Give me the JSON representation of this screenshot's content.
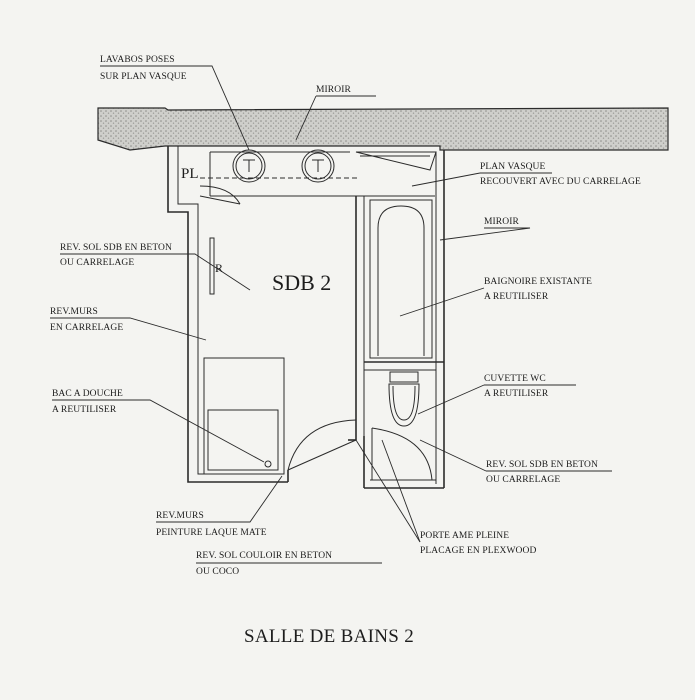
{
  "room_name": "SDB 2",
  "title": "SALLE DE BAINS 2",
  "pl_mark": "PL",
  "r_mark": "R",
  "labels": {
    "lavabos_1": "LAVABOS POSES",
    "lavabos_2": "SUR PLAN VASQUE",
    "miroir_top": "MIROIR",
    "plan_vasque_1": "PLAN VASQUE",
    "plan_vasque_2": "RECOUVERT AVEC DU CARRELAGE",
    "miroir_right": "MIROIR",
    "rev_sol_1": "REV. SOL SDB EN BETON",
    "rev_sol_2": "OU CARRELAGE",
    "rev_murs_1": "REV.MURS",
    "rev_murs_2": "EN CARRELAGE",
    "baignoire_1": "BAIGNOIRE EXISTANTE",
    "baignoire_2": "A REUTILISER",
    "bac_1": "BAC A DOUCHE",
    "bac_2": "A REUTILISER",
    "cuvette_1": "CUVETTE WC",
    "cuvette_2": "A REUTILISER",
    "rev_sol_wc_1": "REV. SOL SDB EN BETON",
    "rev_sol_wc_2": "OU CARRELAGE",
    "peinture_1": "REV.MURS",
    "peinture_2": "PEINTURE LAQUE MATE",
    "porte_1": "PORTE AME PLEINE",
    "porte_2": "PLACAGE EN PLEXWOOD",
    "couloir_1": "REV. SOL COULOIR EN BETON",
    "couloir_2": "OU COCO"
  }
}
